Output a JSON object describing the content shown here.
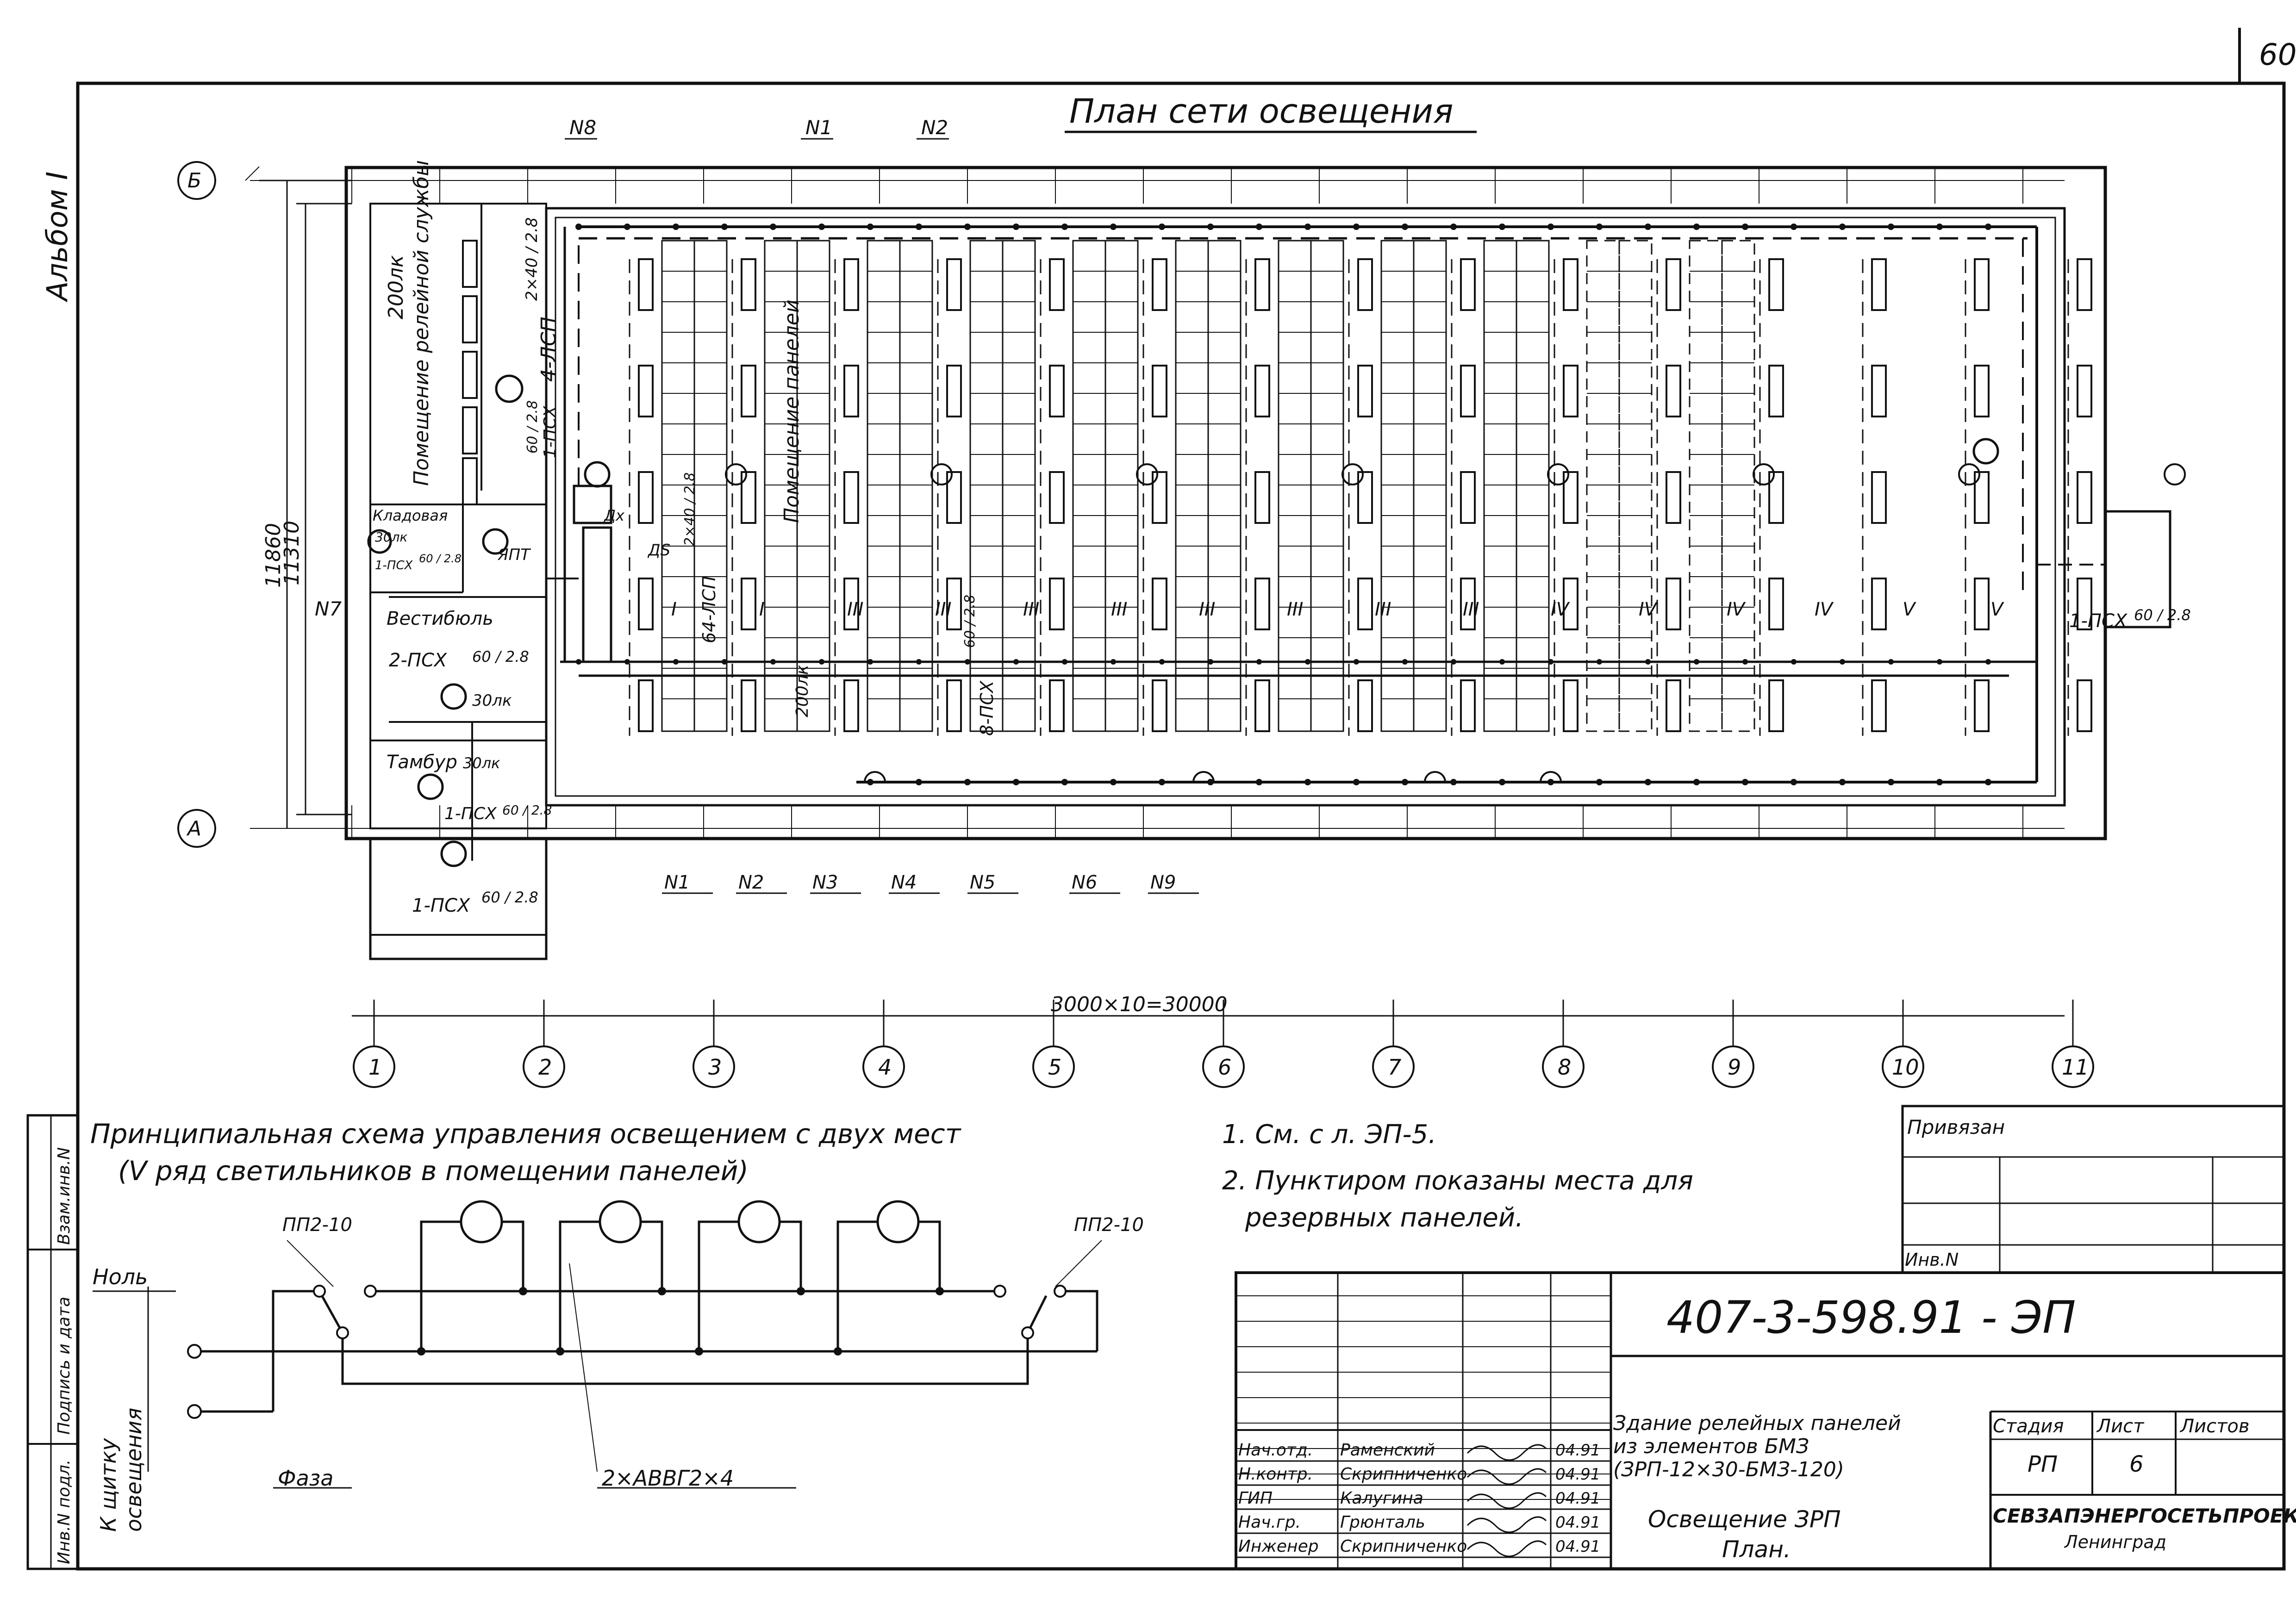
{
  "sheet": {
    "page_number": "60",
    "album": "Альбом I",
    "drawing_title": "План сети освещения",
    "project_code": "407-3-598.91 - ЭП",
    "margin_labels": [
      "Взам.инв.N",
      "Подпись и дата",
      "Инв.N подл."
    ]
  },
  "plan": {
    "row_axes": [
      "Б",
      "А"
    ],
    "column_axes": [
      "1",
      "2",
      "3",
      "4",
      "5",
      "6",
      "7",
      "8",
      "9",
      "10",
      "11"
    ],
    "dim_overall_height": "11860",
    "dim_inner_height": "11310",
    "dim_length": "3000×10=30000",
    "top_groups": [
      "N8",
      "N1",
      "N2"
    ],
    "side_group": "N7",
    "bottom_groups": [
      "N1",
      "N2",
      "N3",
      "N4",
      "N5",
      "N6",
      "N9"
    ],
    "row_marks": [
      "I",
      "I",
      "III",
      "III",
      "III",
      "III",
      "III",
      "III",
      "III",
      "III",
      "IV",
      "IV",
      "IV",
      "IV",
      "V",
      "V"
    ],
    "rooms": {
      "relay_service": "Помещение релейной службы",
      "relay_service_lux": "200лк",
      "relay_service_fixture": "4-ЛСП",
      "relay_service_fixture_spec": "2×40 / 2.8",
      "relay_service_psx": "1-ПСХ",
      "relay_service_psx_spec": "60 / 2.8",
      "panels": "Помещение панелей",
      "panels_lux": "200лк",
      "panels_fixture": "64-ЛСП",
      "panels_fixture_spec": "2×40 / 2.8",
      "panels_psx": "8-ПСХ",
      "panels_psx_spec": "60 / 2.8",
      "storage": "Кладовая",
      "storage_lux": "30лк",
      "storage_psx": "1-ПСХ",
      "storage_psx_spec": "60 / 2.8",
      "vestibule": "Вестибюль",
      "vestibule_psx": "2-ПСХ",
      "vestibule_psx_spec": "60 / 2.8",
      "vestibule_lux": "30лк",
      "tambour": "Тамбур",
      "tambour_lux": "30лк",
      "tambour_psx": "1-ПСХ",
      "tambour_psx_spec": "60 / 2.8",
      "porch_psx": "1-ПСХ",
      "porch_psx_spec": "60 / 2.8",
      "right_psx": "1-ПСХ",
      "right_psx_spec": "60 / 2.8",
      "panel_yap": "ЯПТ",
      "panel_ds": "ДS",
      "panel_dx": "Дх"
    }
  },
  "schematic": {
    "title_line1": "Принципиальная схема управления освещением с двух мест",
    "title_line2": "(V ряд светильников в помещении панелей)",
    "switch_left": "ПП2-10",
    "switch_right": "ПП2-10",
    "neutral": "Ноль",
    "phase": "Фаза",
    "cable": "2×АВВГ2×4",
    "board": "К щитку освещения",
    "lamps": 4
  },
  "notes": [
    "1. См. с л. ЭП-5.",
    "2. Пунктиром показаны места для резервных панелей."
  ],
  "stamp": {
    "linked": "Привязан",
    "inv": "Инв.N",
    "object_line1": "Здание релейных панелей",
    "object_line2": "из элементов БМЗ",
    "object_line3": "(ЗРП-12×30-БМЗ-120)",
    "sheet_title_line1": "Освещение ЗРП",
    "sheet_title_line2": "План.",
    "stage_header": "Стадия",
    "sheet_header": "Лист",
    "sheets_header": "Листов",
    "stage": "РП",
    "sheet": "6",
    "org_line1": "СЕВЗАПЭНЕРГОСЕТЬПРОЕКТ",
    "org_line2": "Ленинград",
    "signatures": [
      {
        "role": "Нач.отд.",
        "name": "Раменский",
        "date": "04.91"
      },
      {
        "role": "Н.контр.",
        "name": "Скрипниченко",
        "date": "04.91"
      },
      {
        "role": "ГИП",
        "name": "Калугина",
        "date": "04.91"
      },
      {
        "role": "Нач.гр.",
        "name": "Грюнталь",
        "date": "04.91"
      },
      {
        "role": "Инженер",
        "name": "Скрипниченко",
        "date": "04.91"
      }
    ]
  }
}
